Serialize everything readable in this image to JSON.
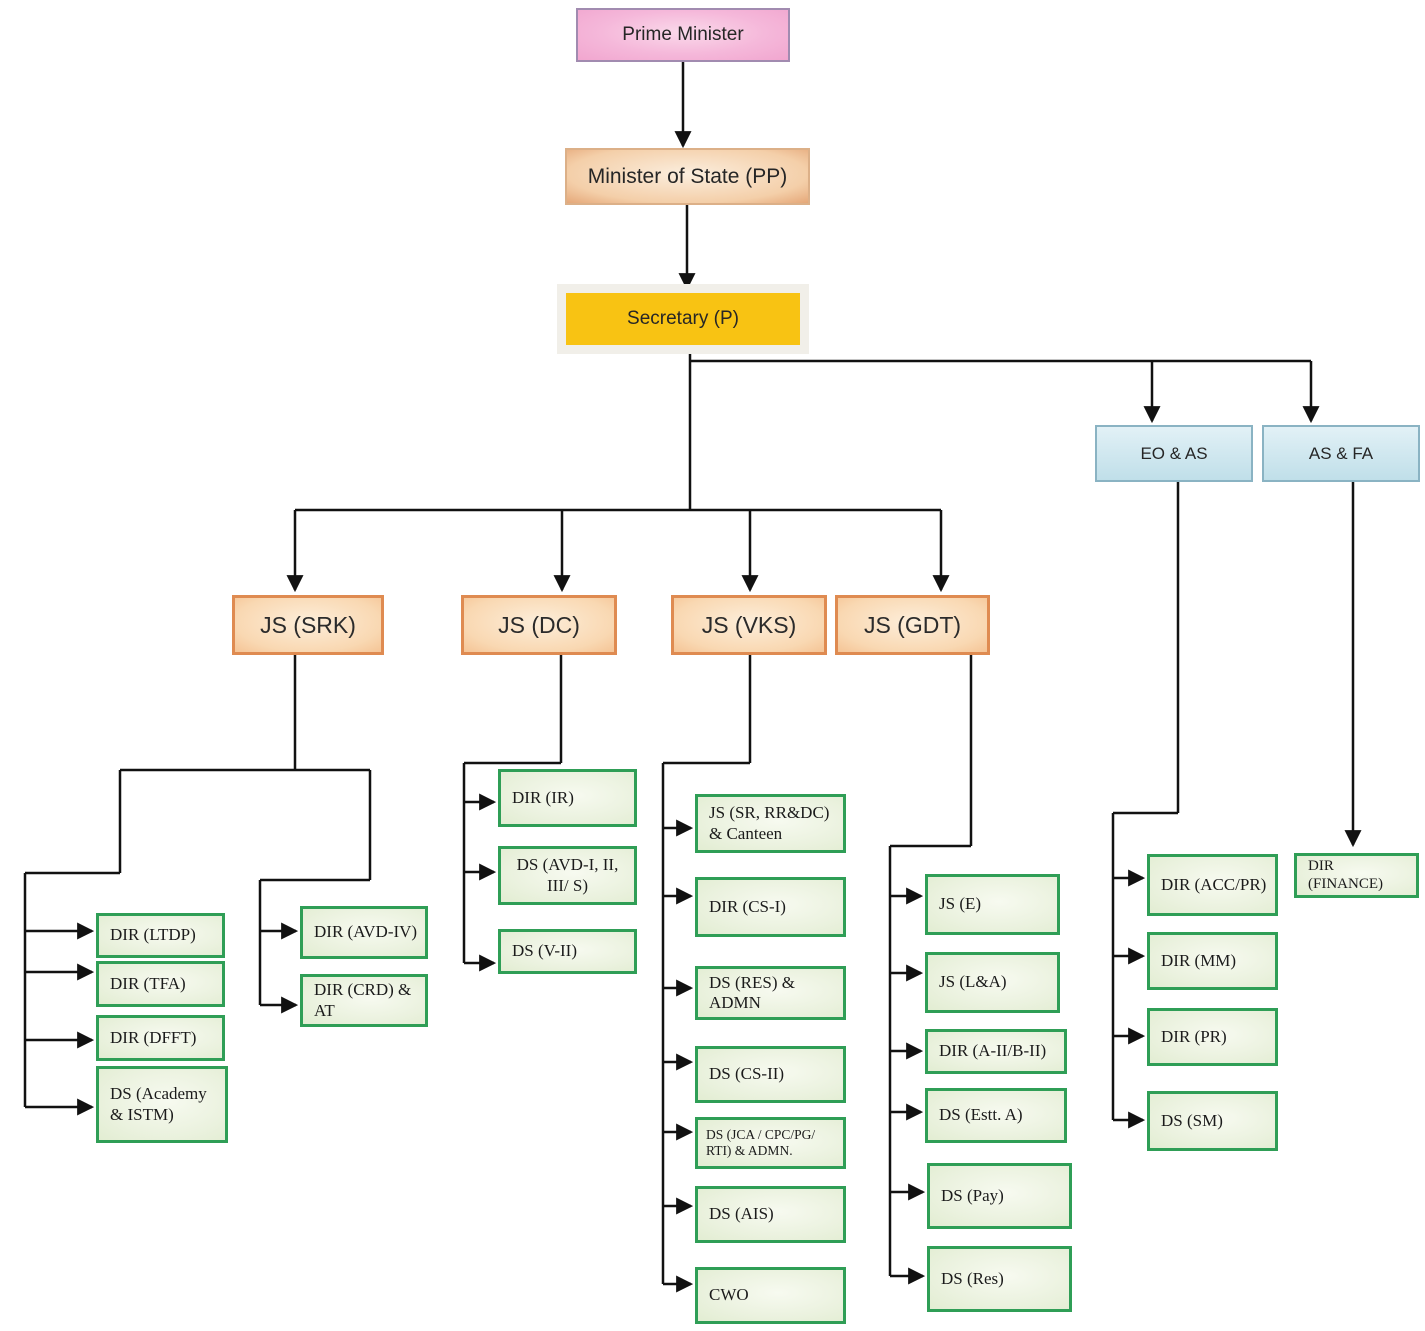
{
  "org_chart": {
    "root": "Prime Minister",
    "level_2": "Minister of State (PP)",
    "level_3": "Secretary (P)",
    "secretariat_heads": [
      "EO & AS",
      "AS & FA"
    ],
    "joint_secretaries": [
      "JS (SRK)",
      "JS (DC)",
      "JS (VKS)",
      "JS (GDT)"
    ],
    "js_srk_group_a": [
      "DIR (LTDP)",
      "DIR (TFA)",
      "DIR (DFFT)",
      "DS (Academy & ISTM)"
    ],
    "js_srk_group_b": [
      "DIR (AVD-IV)",
      "DIR (CRD) & AT"
    ],
    "js_dc_reports": [
      "DIR (IR)",
      "DS (AVD-I, II, III/ S)",
      "DS (V-II)"
    ],
    "js_vks_reports": [
      "JS (SR, RR&DC) & Canteen",
      "DIR (CS-I)",
      "DS (RES) & ADMN",
      "DS (CS-II)",
      "DS (JCA / CPC/PG/ RTI) & ADMN.",
      "DS (AIS)",
      "CWO"
    ],
    "js_gdt_reports": [
      "JS (E)",
      "JS (L&A)",
      "DIR (A-II/B-II)",
      "DS (Estt. A)",
      "DS (Pay)",
      "DS (Res)"
    ],
    "eo_as_reports": [
      "DIR (ACC/PR)",
      "DIR (MM)",
      "DIR (PR)",
      "DS (SM)"
    ],
    "as_fa_reports": [
      "DIR (FINANCE)"
    ]
  },
  "colors": {
    "line": "#111111",
    "prime_minister_fill": "#f3abd3",
    "prime_minister_border": "#a18bb0",
    "minister_fill": "#f0c9a2",
    "minister_border": "#dcb088",
    "secretary_fill": "#f8c313",
    "secretary_glow": "#f1efe9",
    "js_fill": "#f8d2aa",
    "js_border": "#df8b51",
    "staff_fill": "#cfe7ef",
    "staff_border": "#8ab3c3",
    "unit_fill": "#e9f1dd",
    "unit_border": "#2f9e56"
  }
}
